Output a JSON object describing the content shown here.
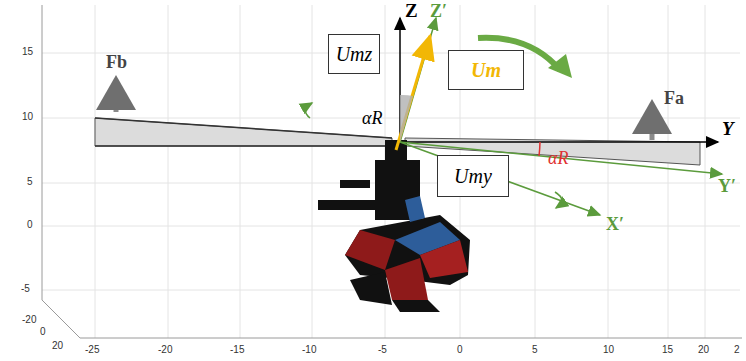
{
  "diagram": {
    "nodes": [
      {
        "text": [
          "Umz"
        ]
      },
      {
        "text": [
          "Um"
        ]
      },
      {
        "text": [
          "Umy"
        ]
      }
    ],
    "labels": [
      "Z",
      "Z′",
      "Y",
      "Y′",
      "X′",
      "Fb",
      "Fa",
      "αR",
      "αR",
      "15",
      "10",
      "5",
      "0",
      "-5",
      "-20",
      "0",
      "20",
      "-25",
      "-20",
      "-15",
      "-10",
      "-5",
      "0",
      "5",
      "10",
      "15",
      "20",
      "2"
    ]
  }
}
